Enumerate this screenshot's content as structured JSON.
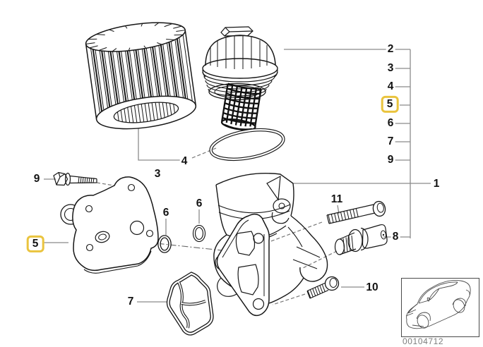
{
  "diagram": {
    "code": "00104712",
    "highlight_color": "#eac43e",
    "callouts": {
      "c1": "1",
      "c2": "2",
      "c8": "8",
      "c10": "10",
      "c11": "11",
      "right_col": {
        "r3": "3",
        "r4": "4",
        "r5": "5",
        "r6": "6",
        "r7": "7",
        "r9": "9"
      },
      "left": {
        "bolt9": "9",
        "cooler5": "5",
        "oring6a": "6",
        "oring6b": "6",
        "filter3": "3",
        "oring4": "4",
        "gasket7": "7"
      }
    }
  }
}
